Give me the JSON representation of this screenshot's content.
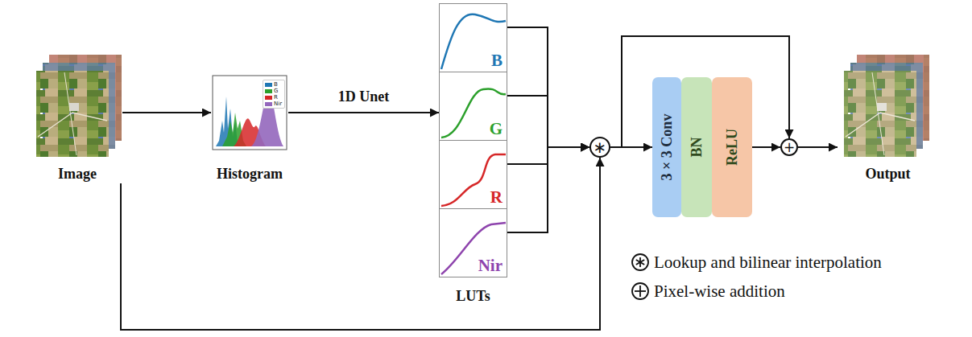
{
  "diagram": {
    "nodes": [
      {
        "text": [
          "Image"
        ]
      },
      {
        "text": [
          "Histogram"
        ]
      },
      {
        "text": [
          "LUTs"
        ]
      },
      {
        "text": [
          "B"
        ],
        "in": 2
      },
      {
        "text": [
          "G"
        ],
        "in": 2
      },
      {
        "text": [
          "R"
        ],
        "in": 2
      },
      {
        "text": [
          "Nir"
        ],
        "in": 2
      },
      {
        "text": [
          "∗"
        ]
      },
      {
        "text": [
          "3 × 3 Conv"
        ]
      },
      {
        "text": [
          "BN"
        ]
      },
      {
        "text": [
          "ReLU"
        ]
      },
      {
        "text": [
          "+"
        ]
      },
      {
        "text": [
          "Output"
        ]
      }
    ],
    "edges": [
      {
        "from": 0,
        "to": 1,
        "arrow": "to"
      },
      {
        "from": 1,
        "to": 2,
        "arrow": "to",
        "label": "1D Unet"
      },
      {
        "from": 3,
        "to": 7,
        "arrow": "to"
      },
      {
        "from": 4,
        "to": 7,
        "arrow": "to"
      },
      {
        "from": 5,
        "to": 7,
        "arrow": "to"
      },
      {
        "from": 6,
        "to": 7,
        "arrow": "to"
      },
      {
        "from": 0,
        "to": 7,
        "arrow": "to"
      },
      {
        "from": 7,
        "to": 8,
        "arrow": "to"
      },
      {
        "from": 7,
        "to": 11,
        "arrow": "to"
      },
      {
        "from": 10,
        "to": 11,
        "arrow": "to"
      },
      {
        "from": 11,
        "to": 12,
        "arrow": "to"
      }
    ],
    "legend": [
      {
        "text": "B",
        "color": "#1f77b4"
      },
      {
        "text": "G",
        "color": "#2ca02c"
      },
      {
        "text": "R",
        "color": "#d62728"
      },
      {
        "text": "Nir",
        "color": "#9467bd"
      },
      {
        "text": "Lookup and bilinear interpolation"
      },
      {
        "text": "Pixel-wise addition"
      }
    ]
  }
}
